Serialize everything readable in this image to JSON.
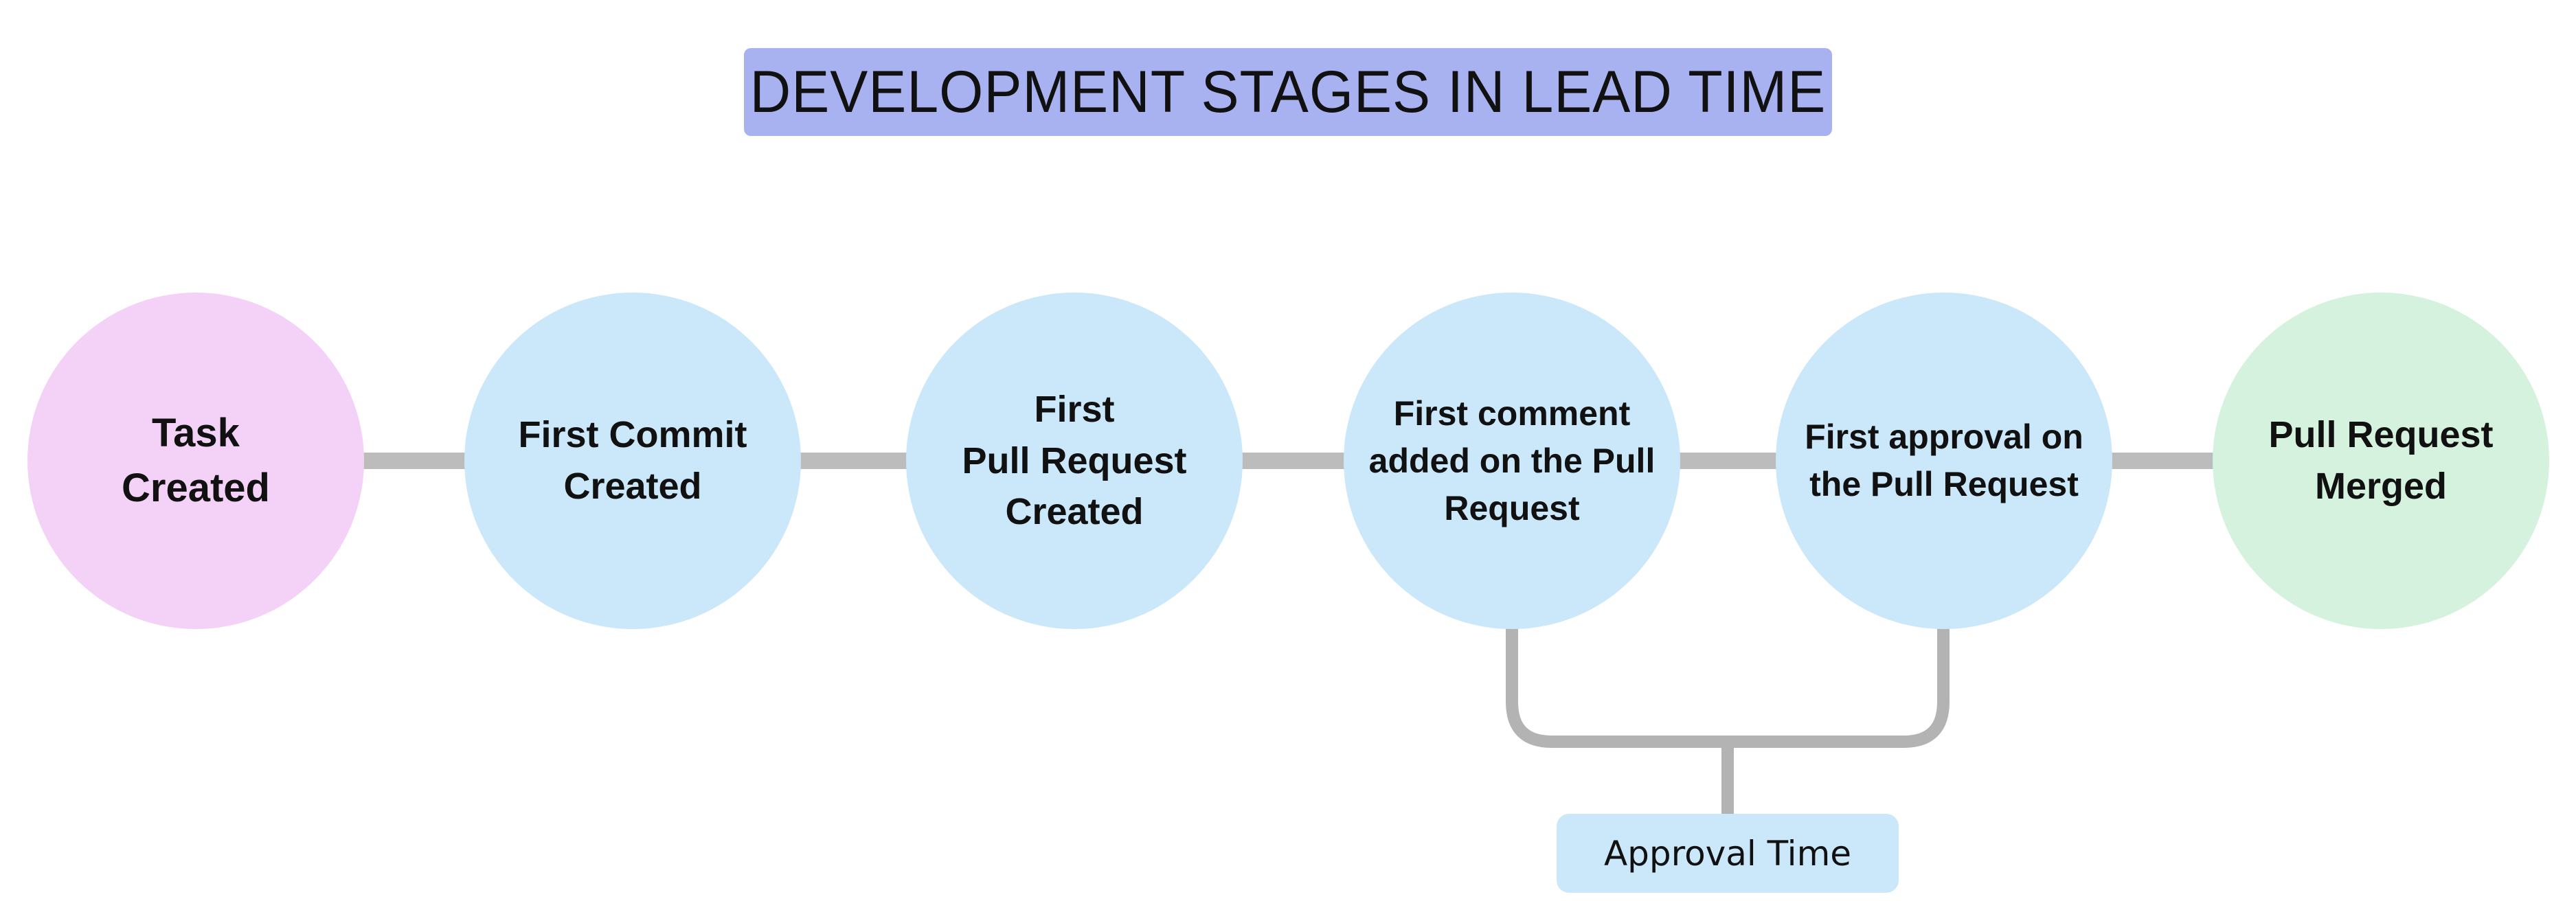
{
  "title": {
    "text": "DEVELOPMENT STAGES IN LEAD TIME"
  },
  "stages": [
    {
      "id": "task-created",
      "lines": [
        "Task",
        "Created"
      ],
      "fill": "#f4d2f8"
    },
    {
      "id": "first-commit-created",
      "lines": [
        "First Commit",
        "Created"
      ],
      "fill": "#cbe7fa"
    },
    {
      "id": "first-pull-request-created",
      "lines": [
        "First",
        "Pull Request",
        "Created"
      ],
      "fill": "#cbe7fa"
    },
    {
      "id": "first-comment-added",
      "lines": [
        "First comment",
        "added on the Pull",
        "Request"
      ],
      "fill": "#cbe7fa"
    },
    {
      "id": "first-approval",
      "lines": [
        "First approval on",
        "the Pull Request"
      ],
      "fill": "#cbe7fa"
    },
    {
      "id": "pull-request-merged",
      "lines": [
        "Pull Request",
        "Merged"
      ],
      "fill": "#d4f2dd"
    }
  ],
  "annotation": {
    "label": "Approval Time",
    "fill": "#cbe7fa"
  },
  "colors": {
    "title_bg": "#a9b2f0",
    "connector": "#bcbcbc",
    "bracket": "#b3b3b3",
    "background": "#ffffff"
  }
}
